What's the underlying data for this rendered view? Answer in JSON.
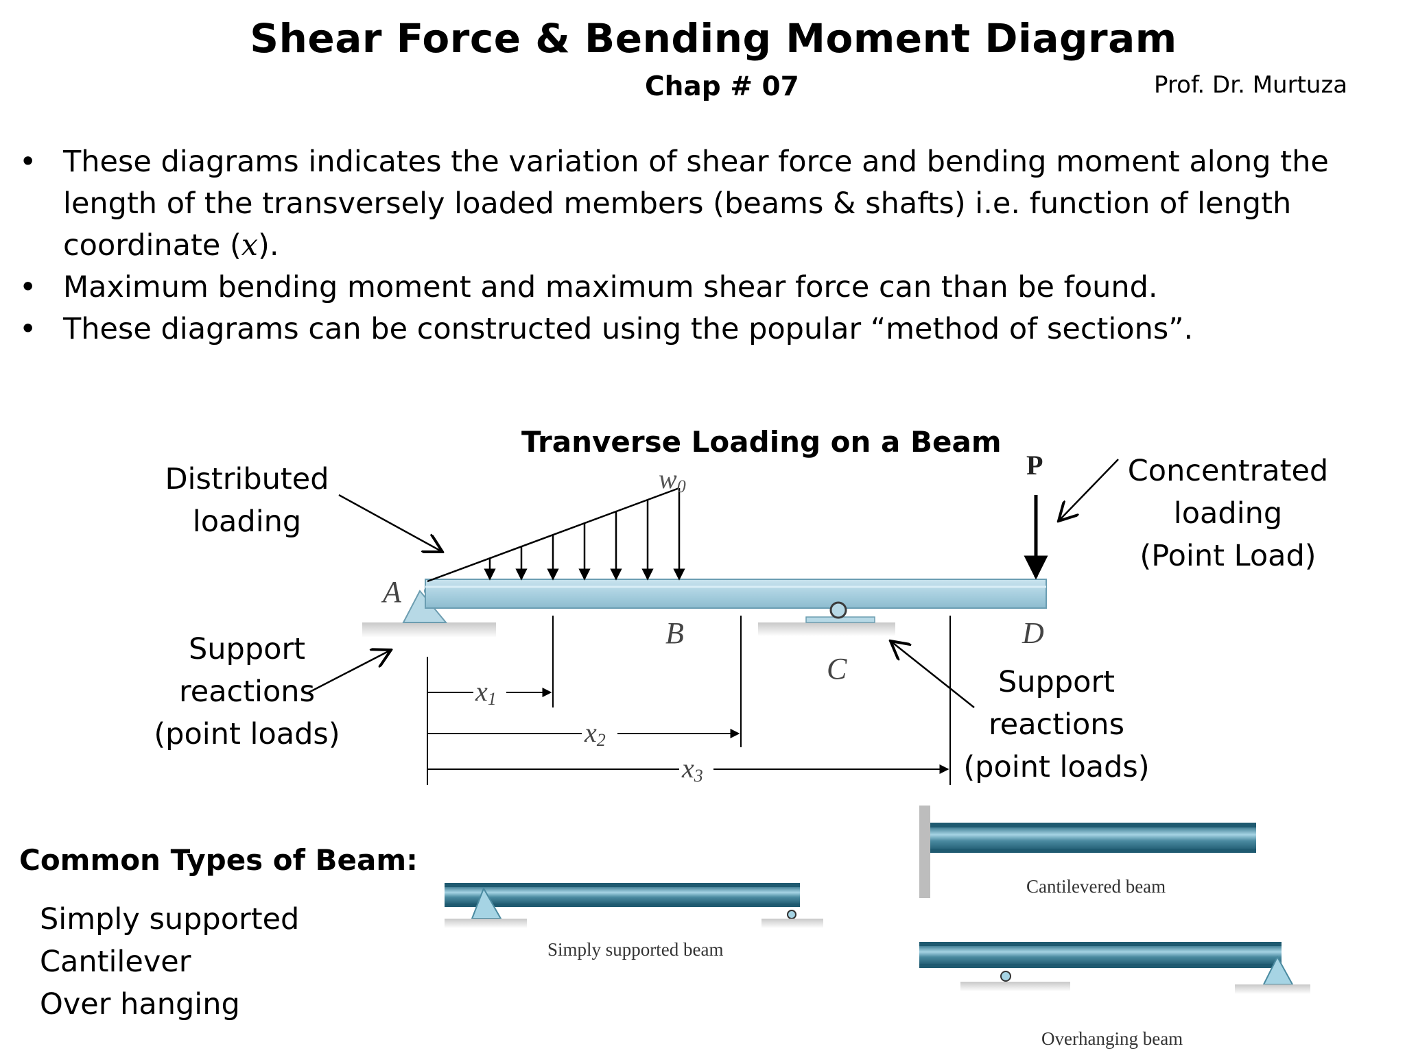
{
  "header": {
    "title": "Shear Force & Bending Moment Diagram",
    "chapter": "Chap # 07",
    "author": "Prof. Dr. Murtuza"
  },
  "bullets": [
    {
      "pre": "These diagrams indicates the variation of shear force and bending moment along the length of  the transversely loaded members (beams & shafts) i.e. function of length coordinate (",
      "var": "x",
      "post": ")."
    },
    {
      "pre": "Maximum bending moment and maximum shear force can than be found.",
      "var": "",
      "post": ""
    },
    {
      "pre": "These diagrams can be constructed using the popular “method of sections”.",
      "var": "",
      "post": ""
    }
  ],
  "bullet_symbol": "•",
  "diagram": {
    "title": "Tranverse Loading on a Beam",
    "callouts": {
      "distributed": [
        "Distributed",
        "loading"
      ],
      "concentrated": [
        "Concentrated",
        "loading",
        "(Point Load)"
      ],
      "support_left": [
        "Support",
        "reactions",
        "(point loads)"
      ],
      "support_right": [
        "Support",
        "reactions",
        "(point loads)"
      ]
    },
    "point_labels": {
      "A": "A",
      "B": "B",
      "C": "C",
      "D": "D"
    },
    "load_labels": {
      "w0": "w",
      "w0_sub": "0",
      "P": "P"
    },
    "dims": [
      {
        "var": "x",
        "sub": "1"
      },
      {
        "var": "x",
        "sub": "2"
      },
      {
        "var": "x",
        "sub": "3"
      }
    ]
  },
  "beam_types": {
    "heading": "Common Types of Beam:",
    "items": [
      "Simply supported",
      "Cantilever",
      "Over hanging"
    ],
    "captions": {
      "simply": "Simply supported beam",
      "cantilever": "Cantilevered beam",
      "overhanging": "Overhanging beam"
    }
  },
  "colors": {
    "beam_fill": "#a9d0e0",
    "beam_edge": "#5d8fa5",
    "ground": "#d2d2d2",
    "steel_beam": "#4a8aa0"
  }
}
